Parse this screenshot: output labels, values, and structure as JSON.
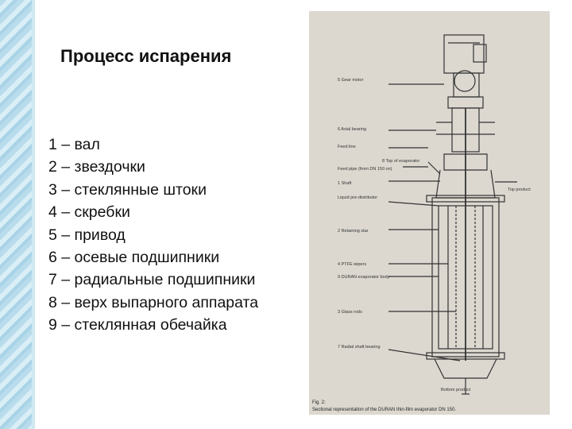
{
  "slide": {
    "title": "Процесс испарения",
    "legend": [
      "1 – вал",
      "2 – звездочки",
      "3 – стеклянные штоки",
      "4 – скребки",
      "5 – привод",
      "6 – осевые подшипники",
      "7 – радиальные подшипники",
      "8 – верх выпарного аппарата",
      "9 – стеклянная обечайка"
    ]
  },
  "figure": {
    "labels": {
      "gear_motor": "5 Gear motor",
      "axial_bearing": "6 Axial bearing",
      "feed_line": "Feed line",
      "top_evaporator": "8 Top of evaporator",
      "feed_pipe": "Feed pipe (from DN 150 on)",
      "shaft": "1 Shaft",
      "liquid_predistributor": "Liquid pre-distributor",
      "top_product": "Top product",
      "retaining_star": "2 Retaining star",
      "ptfe_wipers": "4 PTFE wipers",
      "duran_body": "9 DURAN evaporator body",
      "glass_rods": "3 Glass rods",
      "radial_bearing": "7 Radial shaft bearing",
      "bottom_product": "Bottom product"
    },
    "caption_title": "Fig. 2:",
    "caption_text": "Sectional representation of the DURAN thin-film evaporator DN 150."
  }
}
